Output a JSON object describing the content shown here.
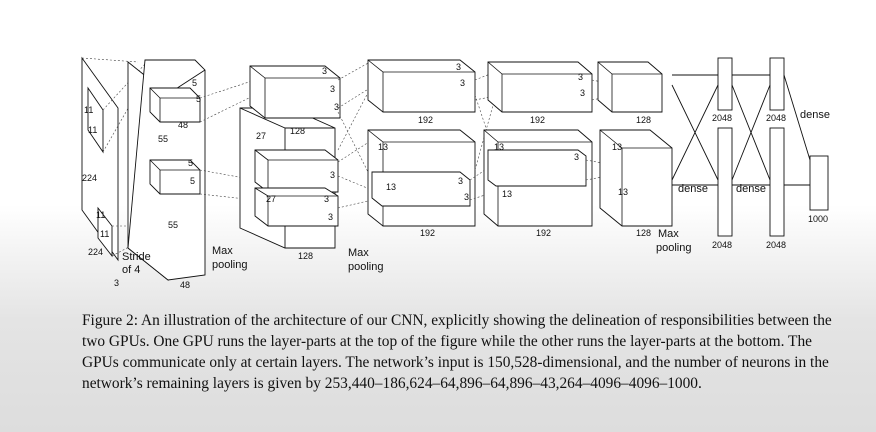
{
  "diagram": {
    "labels": {
      "input_h": "224",
      "input_w": "224",
      "input_d": "3",
      "input_k1": "11",
      "input_k2": "11",
      "input_k3": "11",
      "input_k4": "11",
      "stride_l1": "Stride",
      "stride_l2": "of 4",
      "c1_h": "55",
      "c1_w": "55",
      "c1_d": "48",
      "c1_top_k1": "5",
      "c1_top_k2": "5",
      "c1_top_d": "48",
      "c1_bot_k1": "5",
      "c1_bot_k2": "5",
      "maxpool1_l1": "Max",
      "maxpool1_l2": "pooling",
      "c2_top_side": "27",
      "c2_top_d": "128",
      "c2_bot_side": "27",
      "c2_bot_d": "128",
      "c2_k_a": "3",
      "c2_k_b": "3",
      "c2_k_c": "3",
      "c2_k_d": "3",
      "c2_k_e": "3",
      "c2_k_f": "3",
      "maxpool2_l1": "Max",
      "maxpool2_l2": "pooling",
      "c3_top_d": "192",
      "c3_bot_side": "13",
      "c3_bot_k": "13",
      "c3_bot_d": "192",
      "c3_k_a": "3",
      "c3_k_b": "3",
      "c3_k_c": "3",
      "c3_k_d": "3",
      "c4_top_d": "192",
      "c4_bot_side": "13",
      "c4_bot_k": "13",
      "c4_bot_d": "192",
      "c4_k_a": "3",
      "c4_k_b": "3",
      "c4_k_c": "3",
      "c5_top_d": "128",
      "c5_bot_side": "13",
      "c5_bot_side2": "13",
      "c5_bot_d": "128",
      "maxpool3_l1": "Max",
      "maxpool3_l2": "pooling",
      "fc1_top": "2048",
      "fc1_bot": "2048",
      "fc2_top": "2048",
      "fc2_bot": "2048",
      "dense_a": "dense",
      "dense_b": "dense",
      "dense_c": "dense",
      "out": "1000"
    }
  },
  "caption": {
    "label": "Figure 2:",
    "text": "An illustration of the architecture of our CNN, explicitly showing the delineation of responsibilities between the two GPUs. One GPU runs the layer-parts at the top of the figure while the other runs the layer-parts at the bottom. The GPUs communicate only at certain layers. The network’s input is 150,528-dimensional, and the number of neurons in the network’s remaining layers is given by 253,440–186,624–64,896–64,896–43,264–4096–4096–1000."
  }
}
